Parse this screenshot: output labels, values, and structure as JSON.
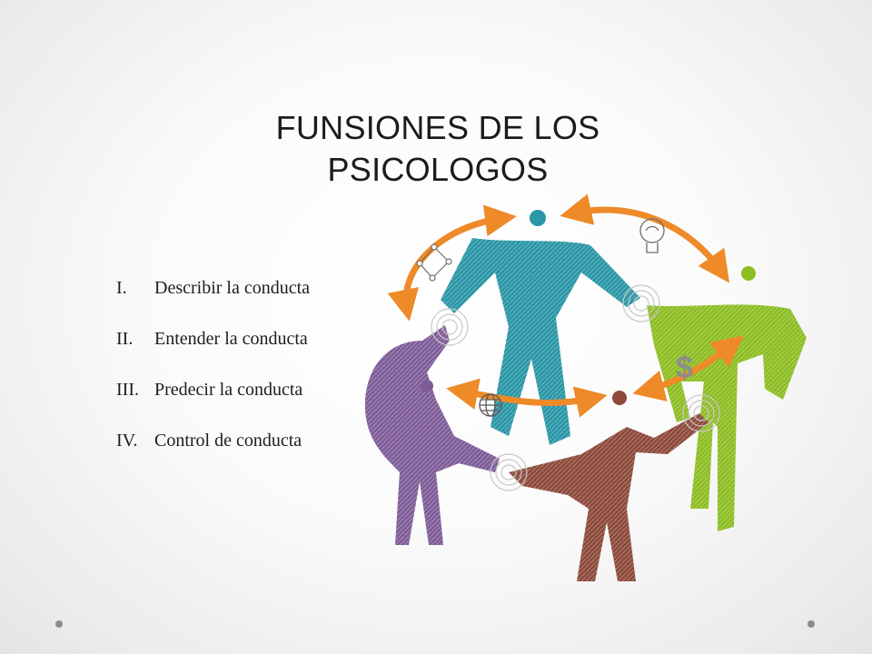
{
  "slide": {
    "title_line1": "FUNSIONES DE LOS",
    "title_line2": "PSICOLOGOS",
    "items": [
      {
        "number": "I.",
        "text": "Describir la conducta"
      },
      {
        "number": "II.",
        "text": "Entender la conducta"
      },
      {
        "number": "III.",
        "text": "Predecir la conducta"
      },
      {
        "number": "IV.",
        "text": "Control de conducta"
      }
    ]
  },
  "illustration": {
    "figure_colors": {
      "teal": "#2a96a6",
      "green": "#8dbd22",
      "purple": "#7e5c98",
      "brown": "#8d4a3a"
    },
    "arrow_color": "#ee8a28",
    "icons": [
      "globe-icon",
      "dollar-icon",
      "lightbulb-icon",
      "network-icon"
    ]
  }
}
